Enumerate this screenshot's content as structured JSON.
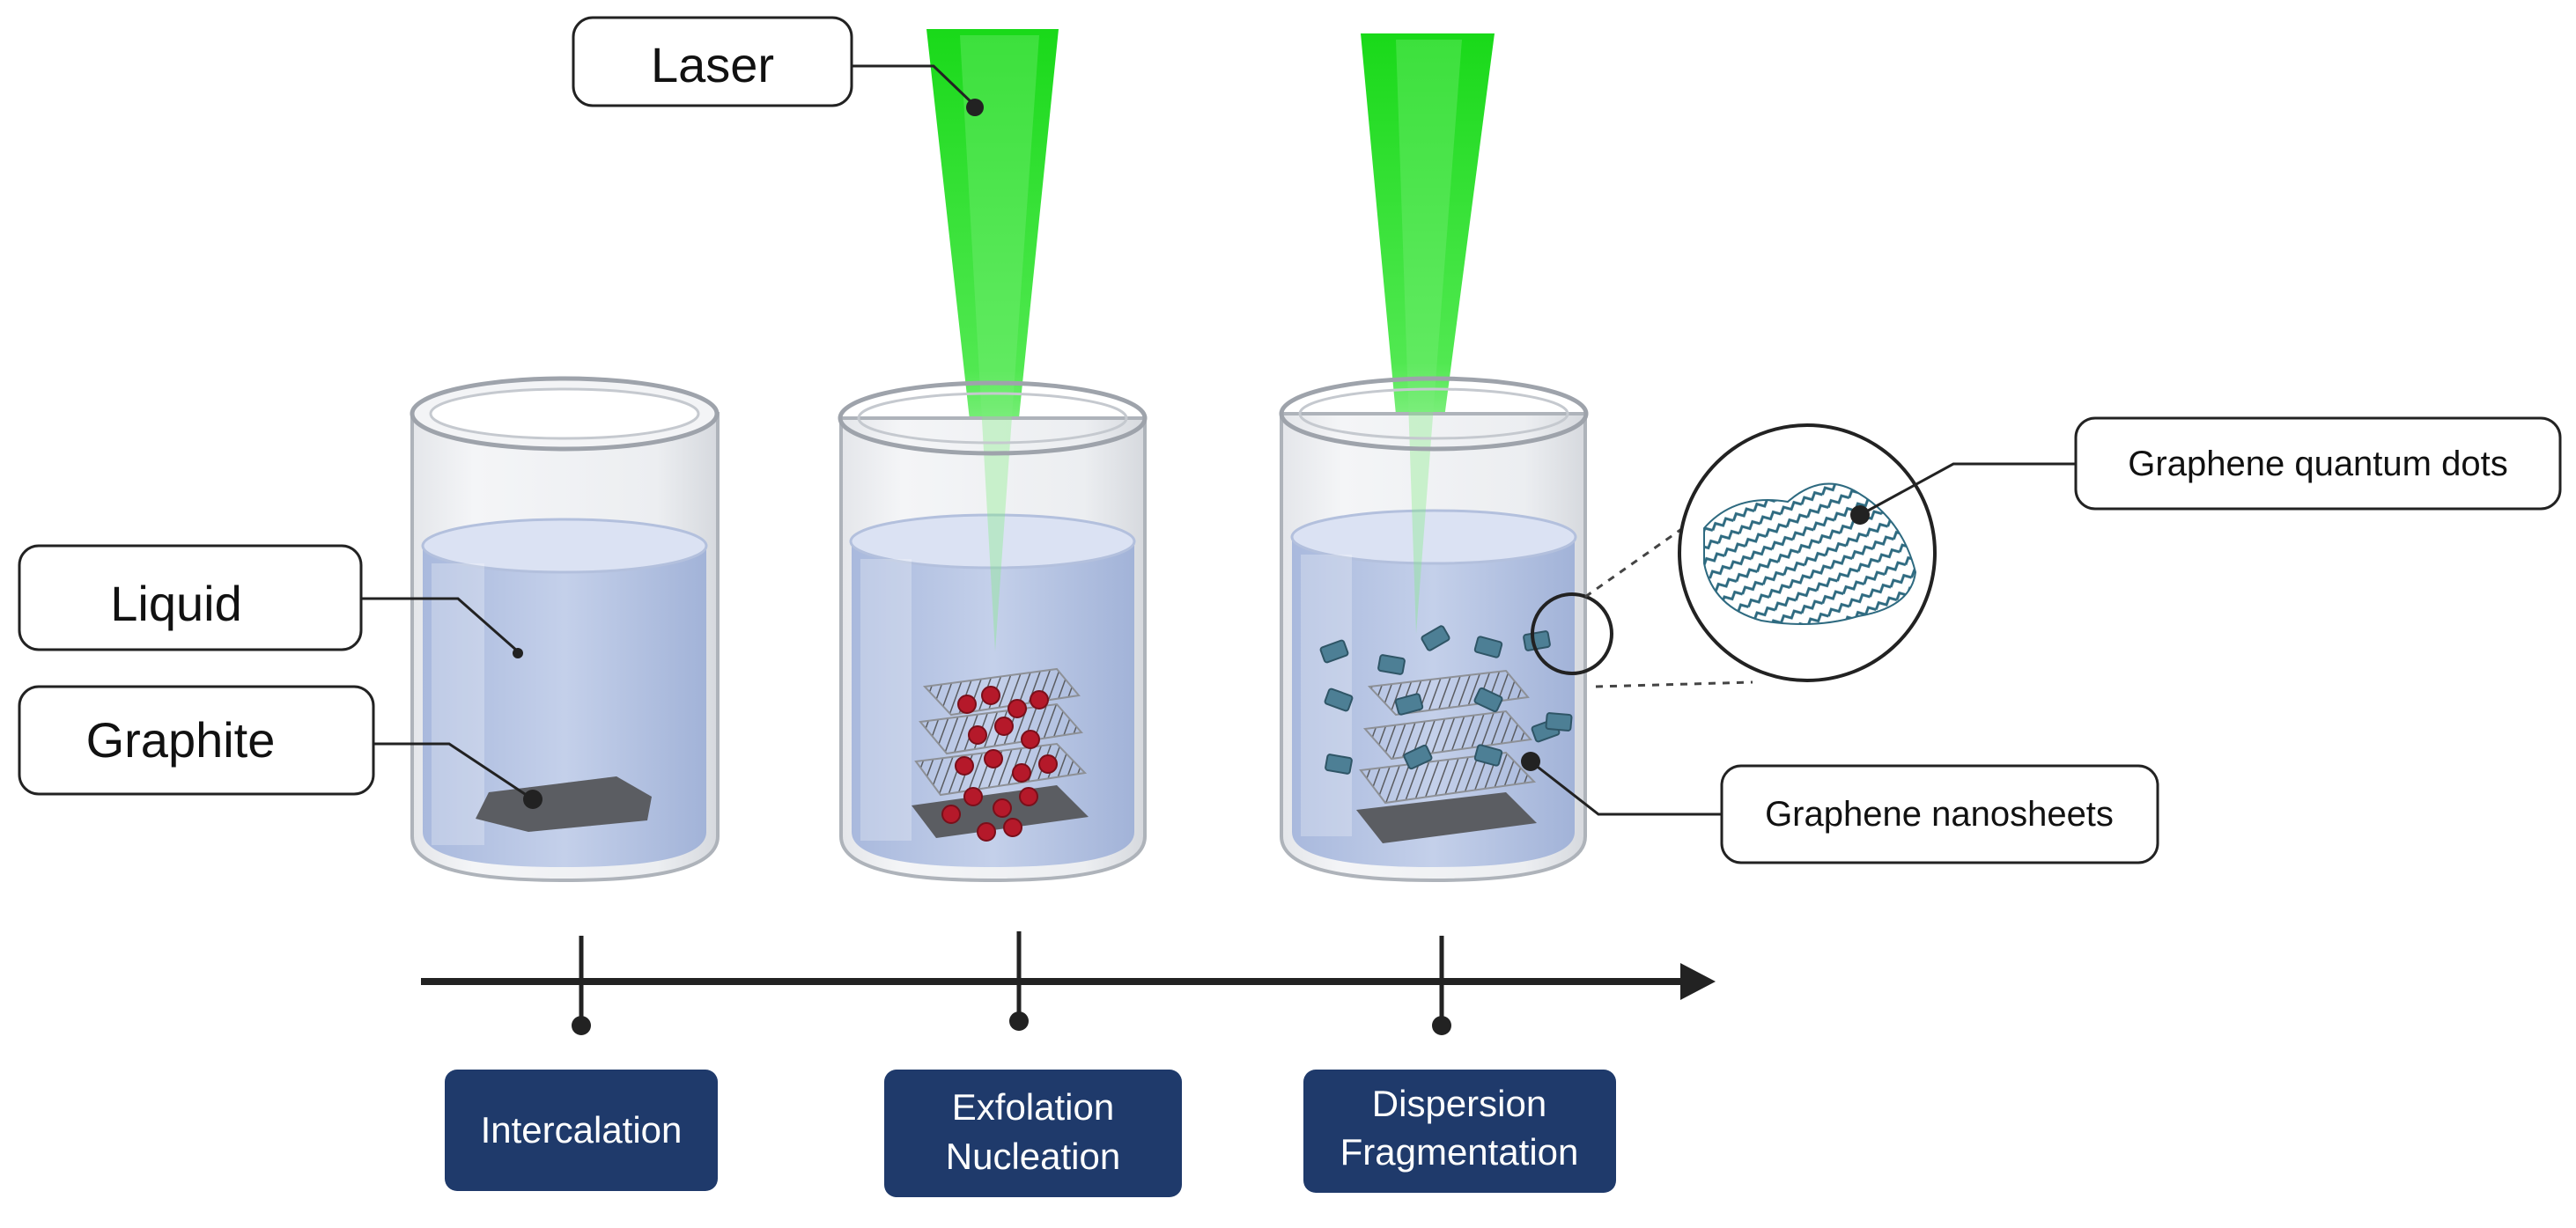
{
  "labels": {
    "laser": "Laser",
    "liquid": "Liquid",
    "graphite": "Graphite",
    "graphene_quantum_dots": "Graphene quantum dots",
    "graphene_nanosheets": "Graphene nanosheets"
  },
  "stages": [
    {
      "line1": "Intercalation",
      "line2": ""
    },
    {
      "line1": "Exfolation",
      "line2": "Nucleation"
    },
    {
      "line1": "Dispersion",
      "line2": "Fragmentation"
    }
  ],
  "colors": {
    "laser_green": "#22dd22",
    "liquid_blue": "#b9c7e6",
    "stage_box": "#1f3a6b",
    "particle_red": "#b5192a",
    "graphite_gray": "#5c5e62",
    "fragment_teal": "#4d7f95",
    "arrow": "#222222"
  }
}
